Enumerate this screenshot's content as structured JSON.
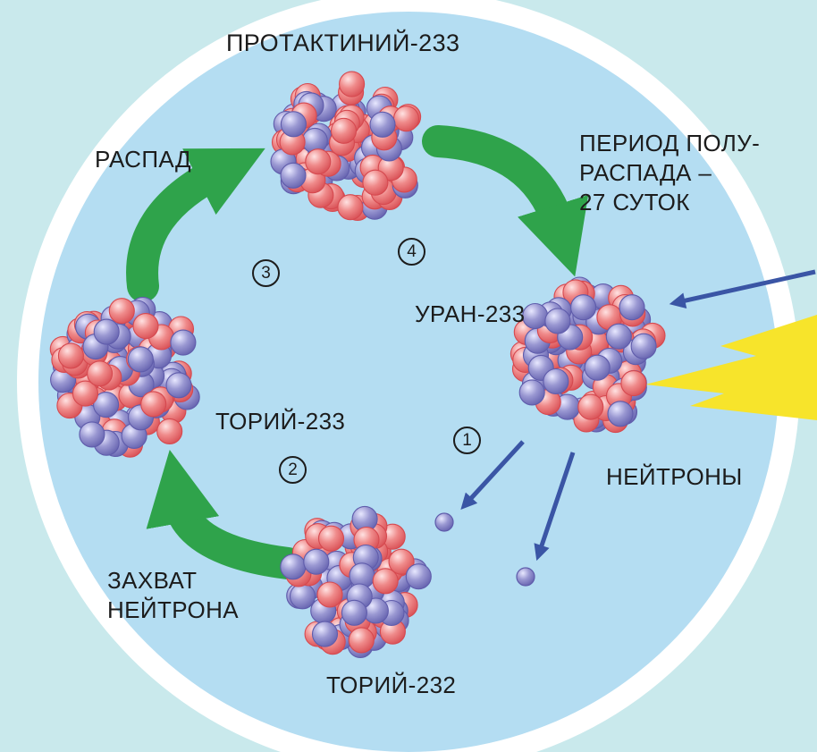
{
  "diagram": {
    "nodes": {
      "protactinium": {
        "label": "ПРОТАКТИНИЙ-233"
      },
      "thorium233": {
        "label": "ТОРИЙ-233"
      },
      "uranium": {
        "label": "УРАН-233"
      },
      "thorium232": {
        "label": "ТОРИЙ-232"
      }
    },
    "annotations": {
      "decay": "РАСПАД",
      "half_life": [
        "ПЕРИОД ПОЛУ-",
        "РАСПАДА –",
        "27 СУТОК"
      ],
      "neutrons": "НЕЙТРОНЫ",
      "neutron_capture": [
        "ЗАХВАТ",
        "НЕЙТРОНА"
      ]
    },
    "steps": [
      {
        "number": "1"
      },
      {
        "number": "2"
      },
      {
        "number": "3"
      },
      {
        "number": "4"
      }
    ],
    "colors": {
      "page_background": "#c9e9ec",
      "circle_fill": "#b4ddf2",
      "circle_ring": "#ffffff",
      "arrow_green": "#2fa34b",
      "arrow_blue": "#3a55a5",
      "lightning_yellow": "#f7e42b",
      "nucleon_red": "#ef8a8a",
      "nucleon_red_dark": "#d6494f",
      "nucleon_blue": "#9a98d2",
      "nucleon_blue_dark": "#5f5cab",
      "text": "#1c1c1c"
    }
  }
}
